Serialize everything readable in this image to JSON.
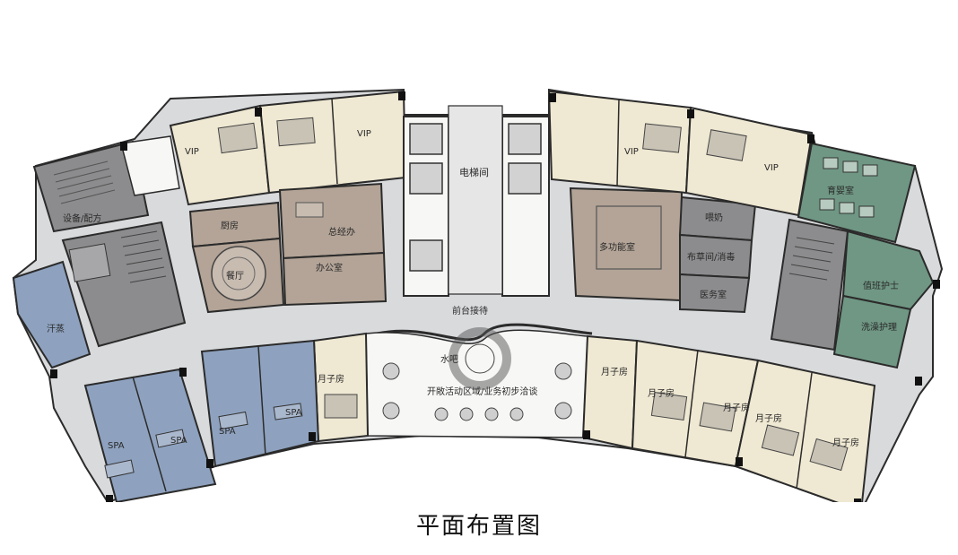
{
  "caption": "平面布置图",
  "colors": {
    "outline": "#2b2b2b",
    "cream": "#efe8d2",
    "corridor": "#d9dadc",
    "brown": "#b3a497",
    "darkgray": "#8c8c8e",
    "gray": "#9c9c9e",
    "green": "#6f9784",
    "blue": "#8ea2bf",
    "white": "#f7f7f5"
  },
  "rooms": {
    "vip": "VIP",
    "elevator_hall": "电梯间",
    "equipment": "设备/配方",
    "kitchen": "厨房",
    "gm_office": "总经办",
    "office": "办公室",
    "restaurant": "餐厅",
    "sauna": "汗蒸",
    "multipurpose": "多功能室",
    "linen": "布草间/消毒",
    "medical": "医务室",
    "nursery_left": "喂奶",
    "nursery": "育婴室",
    "nurse": "值班护士",
    "wash": "洗澡护理",
    "reception": "前台接待",
    "bar": "水吧",
    "activity": "开敞活动区域/业务初步洽谈",
    "spa": "SPA",
    "confinement": "月子房"
  }
}
